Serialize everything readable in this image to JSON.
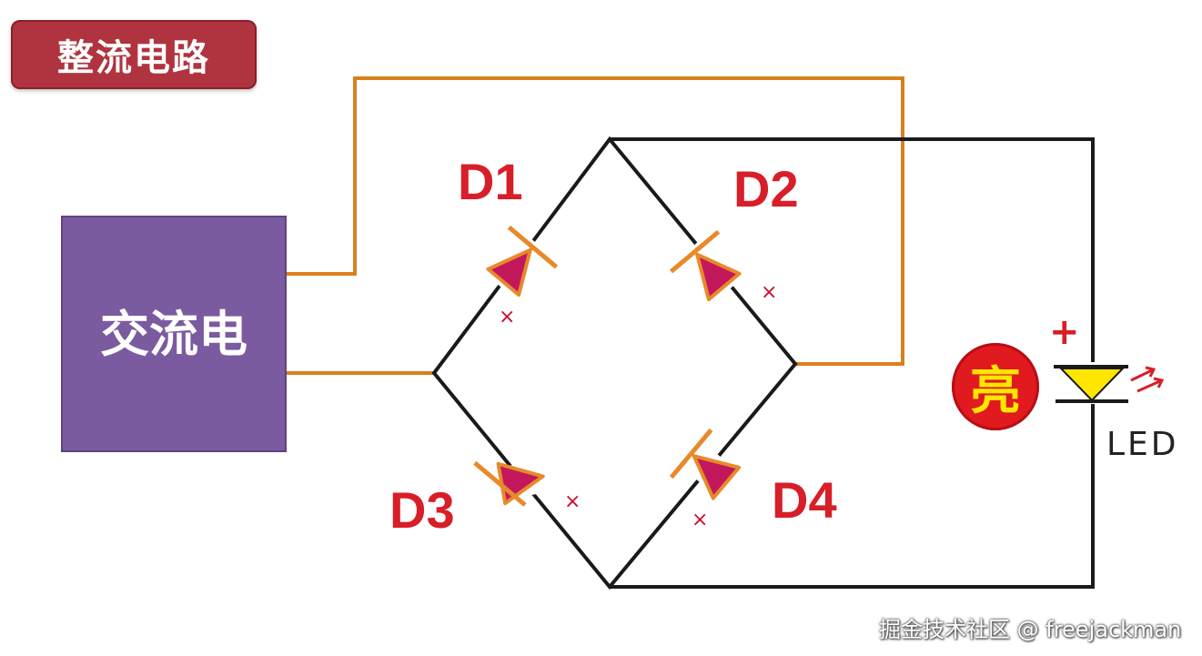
{
  "title": "整流电路",
  "source": {
    "label": "交流电"
  },
  "diodes": [
    {
      "id": "D1",
      "label": "D1",
      "minus": "×"
    },
    {
      "id": "D2",
      "label": "D2",
      "minus": "×"
    },
    {
      "id": "D3",
      "label": "D3",
      "minus": "×"
    },
    {
      "id": "D4",
      "label": "D4",
      "minus": "×"
    }
  ],
  "led": {
    "label": "LED",
    "plus": "+",
    "status": "亮"
  },
  "watermark": "掘金技术社区 @ freejackman",
  "colors": {
    "wire_black": "#1a1a1a",
    "wire_orange": "#d9801e",
    "diode_fill": "#c2185b",
    "diode_outline": "#e8892a",
    "led_fill": "#ffe600",
    "label_red": "#d81e28",
    "source_purple": "#7a5b9f",
    "title_red": "#b0343f"
  }
}
